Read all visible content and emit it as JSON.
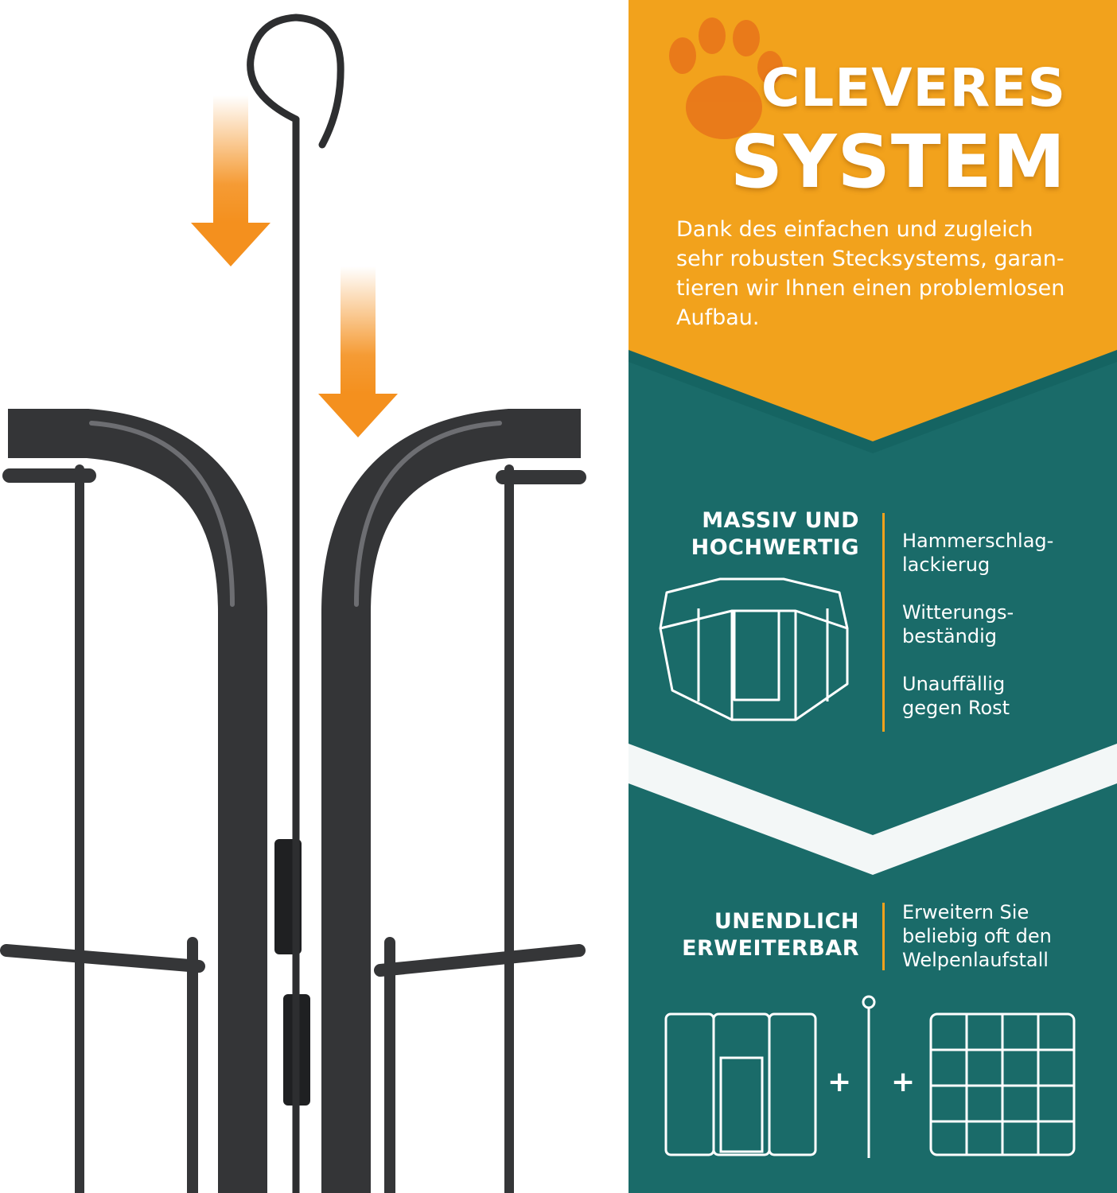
{
  "colors": {
    "orange": "#f2a21c",
    "teal": "#1a6b69",
    "arrow_orange": "#f4901e",
    "metal": "#3c3d3f"
  },
  "hero": {
    "title_line1": "CLEVERES",
    "title_line2": "SYSTEM",
    "intro_lines": [
      "Dank des einfachen und zugleich",
      "sehr robusten Stecksystems, garan-",
      "tieren wir Ihnen einen problemlosen",
      "Aufbau."
    ]
  },
  "feature_quality": {
    "heading_lines": [
      "MASSIV UND",
      "HOCHWERTIG"
    ],
    "items": [
      [
        "Hammerschlag-",
        "lackierug"
      ],
      [
        "Witterungs-",
        "beständig"
      ],
      [
        "Unauffällig",
        "gegen Rost"
      ]
    ]
  },
  "feature_extend": {
    "heading_lines": [
      "UNENDLICH",
      "ERWEITERBAR"
    ],
    "description_lines": [
      "Erweitern Sie",
      "beliebig oft den",
      "Welpenlaufstall"
    ],
    "plus_1": "+",
    "plus_2": "+"
  },
  "icons": [
    "paw-print-icon",
    "arrow-down-icon",
    "playpen-icon",
    "gate-panel-icon",
    "connector-pin-icon",
    "fence-panel-icon"
  ]
}
